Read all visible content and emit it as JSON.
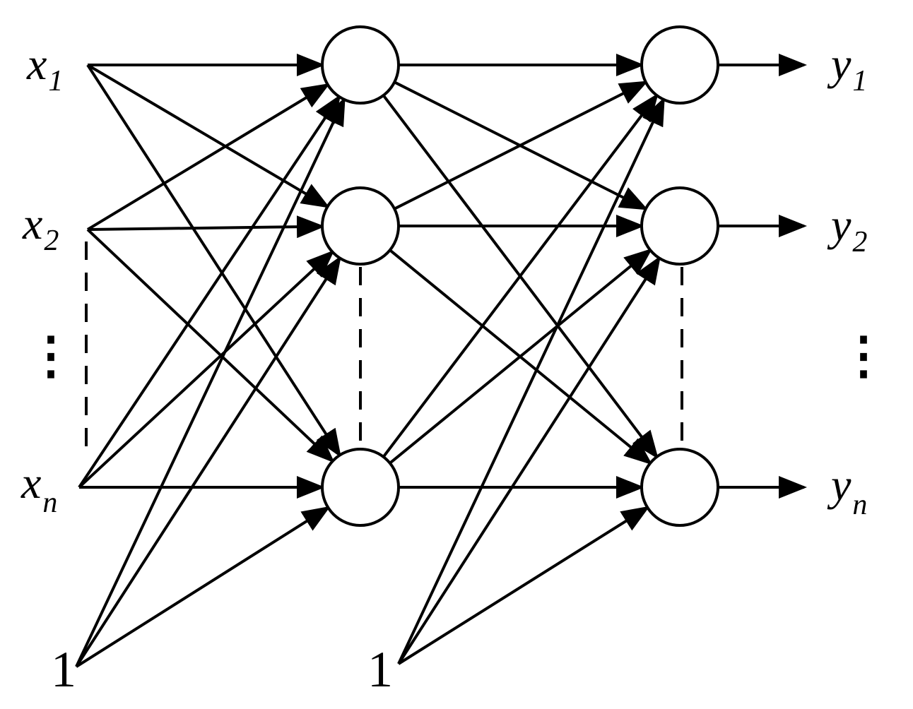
{
  "inputs": [
    {
      "base": "x",
      "sub": "1"
    },
    {
      "base": "x",
      "sub": "2"
    },
    {
      "base": "x",
      "sub": "n"
    }
  ],
  "outputs": [
    {
      "base": "y",
      "sub": "1"
    },
    {
      "base": "y",
      "sub": "2"
    },
    {
      "base": "y",
      "sub": "n"
    }
  ],
  "bias_label": "1",
  "ellipsis": "⋮",
  "colors": {
    "stroke": "#000000",
    "background": "#ffffff"
  }
}
